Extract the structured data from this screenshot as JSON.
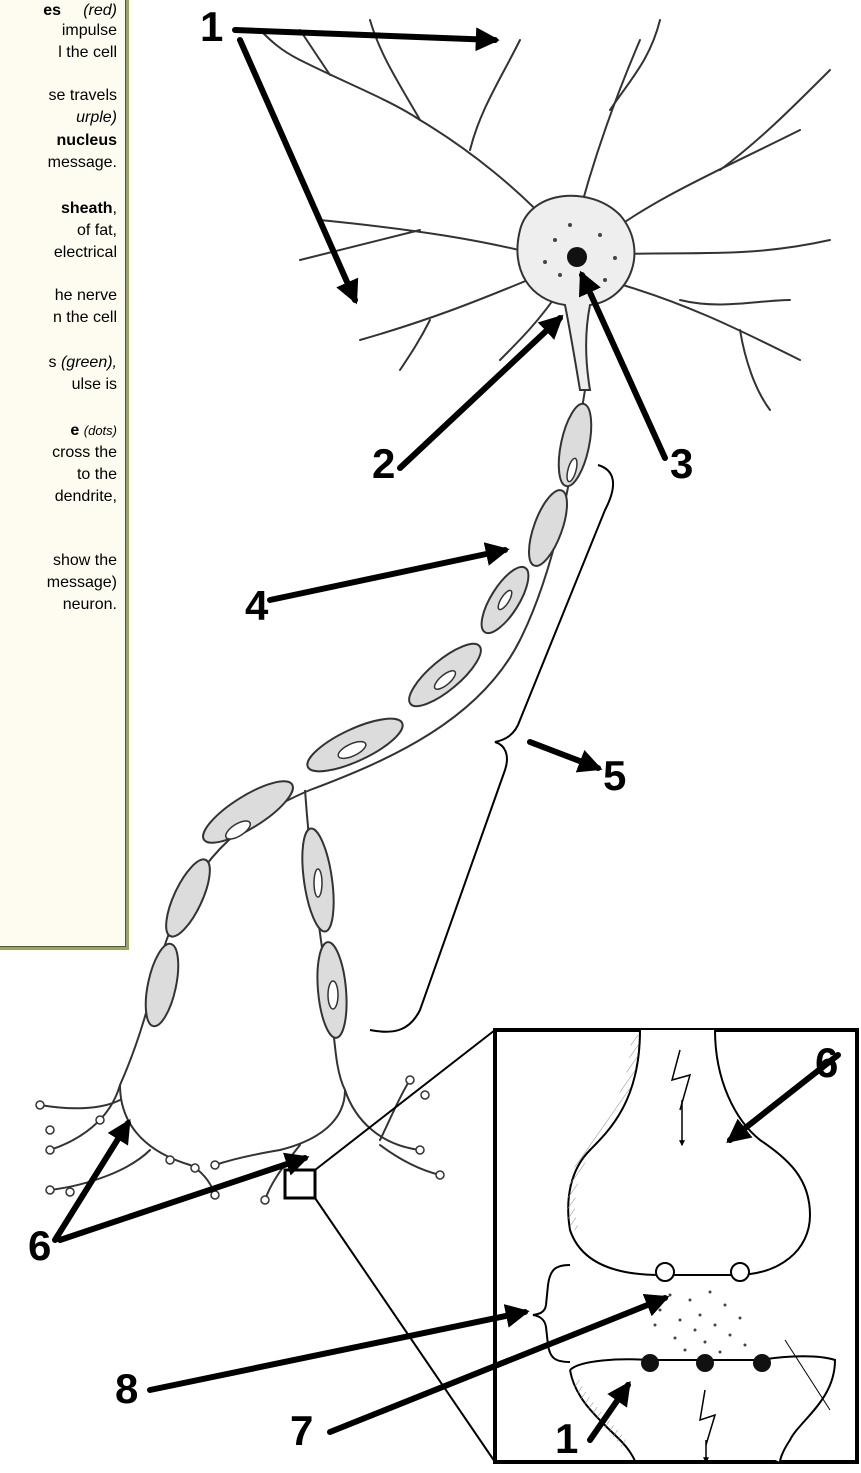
{
  "side_text": [
    {
      "bold": "es",
      "plain": "",
      "italic": "(red)"
    },
    {
      "plain": "impulse"
    },
    {
      "plain": "l the cell"
    },
    {
      "plain": "se travels"
    },
    {
      "italic": "urple)"
    },
    {
      "bold": "nucleus"
    },
    {
      "plain": "message."
    },
    {
      "bold": "sheath",
      "plain": ","
    },
    {
      "plain": "of  fat,"
    },
    {
      "plain": "electrical"
    },
    {
      "plain": "he  nerve"
    },
    {
      "plain": "n the cell"
    },
    {
      "plain": "s ",
      "italic": "(green),"
    },
    {
      "plain": "ulse    is"
    },
    {
      "bold": "e ",
      "small_italic": "(dots)"
    },
    {
      "plain": "cross the"
    },
    {
      "plain": "to  the"
    },
    {
      "plain": "dendrite,"
    },
    {
      "plain": "show the"
    },
    {
      "plain": "message)"
    },
    {
      "plain": "neuron."
    }
  ],
  "labels": {
    "dendrites": "1",
    "cell_body": "2",
    "nucleus": "3",
    "myelin_sheath": "4",
    "axon": "5",
    "axon_terminal_main": "6",
    "axon_terminal_inset": "6",
    "neurotransmitter": "7",
    "synapse": "8",
    "dendrite_inset": "1"
  }
}
